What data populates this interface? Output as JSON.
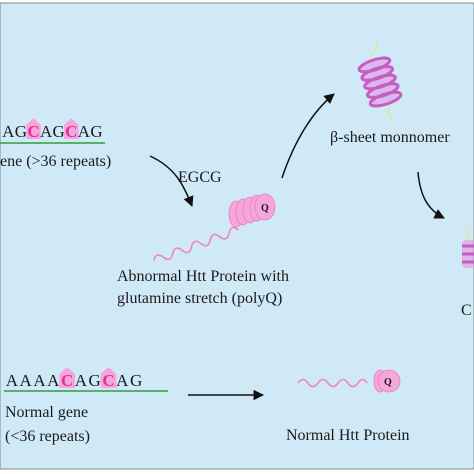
{
  "mutant_gene": {
    "sequence_letters": [
      "A",
      "G",
      "C",
      "A",
      "G",
      "C",
      "A",
      "G"
    ],
    "highlighted_indices": [
      2,
      5
    ],
    "label": "ene (>36 repeats)"
  },
  "egcg_label": "EGCG",
  "abnormal_protein": {
    "line1": "Abnormal Htt Protein with",
    "line2": "glutamine stretch (polyQ)",
    "q_label": "Q"
  },
  "beta_sheet_label": "β-sheet monnomer",
  "partial_right_label": "C",
  "normal_gene": {
    "sequence_letters": [
      "A",
      "A",
      "A",
      "A",
      "C",
      "A",
      "G",
      "C",
      "A",
      "G"
    ],
    "highlighted_indices": [
      4,
      7
    ],
    "line1": "Normal gene",
    "line2": "(<36 repeats)"
  },
  "normal_protein": {
    "label": "Normal Htt Protein",
    "q_label": "Q"
  },
  "colors": {
    "background": "#cfeaf6",
    "frame": "#8a8a8a",
    "magenta": "#e0329b",
    "pink": "#f6a6da",
    "helix_pink": "#e88ce0",
    "helix_dark": "#c75cc4",
    "tail_yellow": "#dfe6a0",
    "gene_line": "#2f9e3a",
    "arrow": "#111111"
  }
}
